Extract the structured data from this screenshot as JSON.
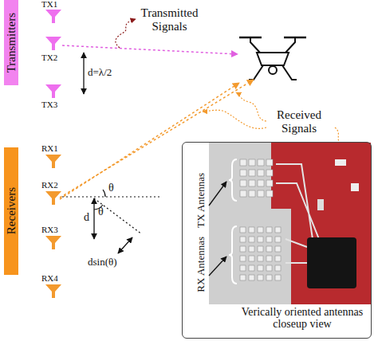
{
  "diagram": {
    "nodes": [
      {
        "text": [
          "Transmitters"
        ]
      },
      {
        "text": [
          "Receivers"
        ]
      },
      {
        "text": [
          "TX Antennas",
          "RX Antennas",
          "Verically oriented antennas closeup view"
        ]
      }
    ],
    "labels": [
      "TX1",
      "Transmitted Signals",
      "TX2",
      "d=λ/2",
      "TX3",
      "Received Signals",
      "RX1",
      "RX2",
      "θ",
      "θ",
      "d",
      "RX3",
      "dsin(θ)",
      "RX4"
    ]
  }
}
